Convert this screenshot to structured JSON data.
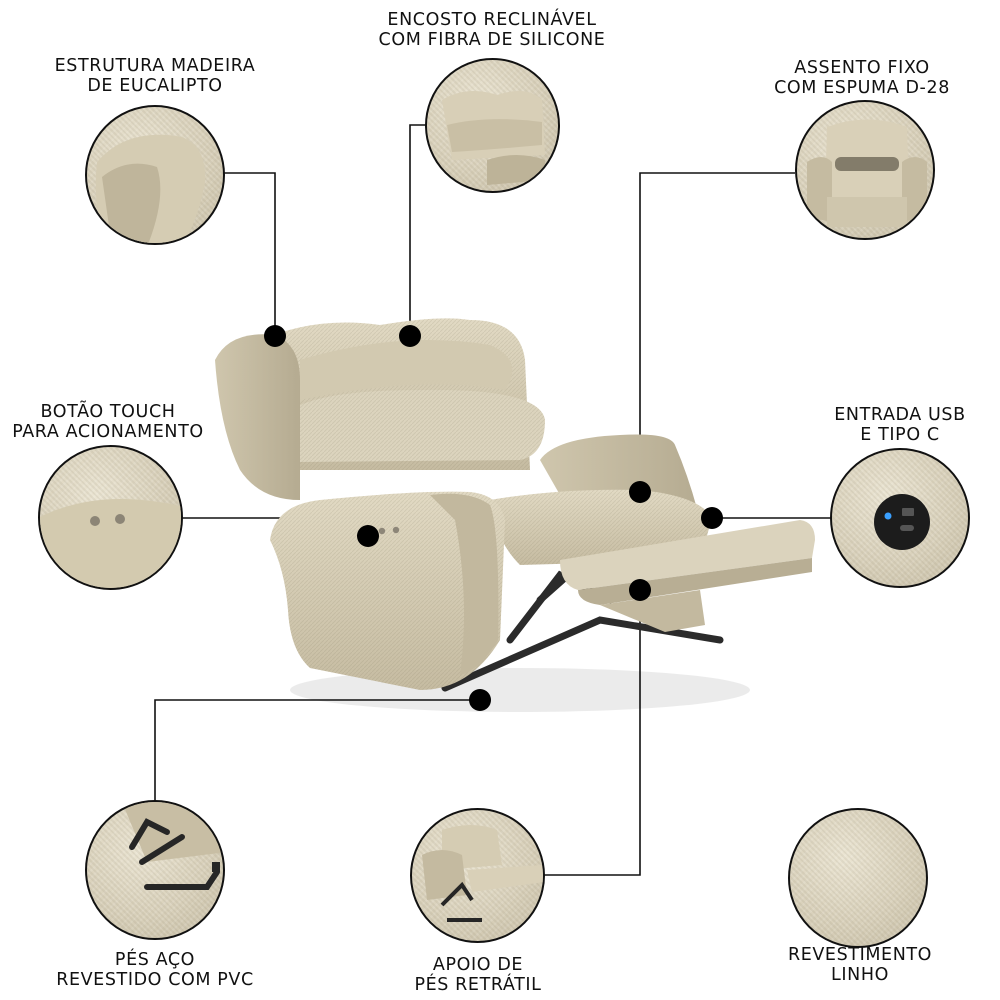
{
  "features": [
    {
      "id": "estrutura",
      "line1": "ESTRUTURA MADEIRA",
      "line2": "DE EUCALIPTO"
    },
    {
      "id": "encosto",
      "line1": "ENCOSTO RECLINÁVEL",
      "line2": "COM FIBRA DE SILICONE"
    },
    {
      "id": "assento",
      "line1": "ASSENTO FIXO",
      "line2": "COM ESPUMA D-28"
    },
    {
      "id": "botao",
      "line1": "BOTÃO TOUCH",
      "line2": "PARA ACIONAMENTO"
    },
    {
      "id": "usb",
      "line1": "ENTRADA USB",
      "line2": "E TIPO C"
    },
    {
      "id": "pes",
      "line1": "PÉS AÇO",
      "line2": "REVESTIDO COM PVC"
    },
    {
      "id": "apoio",
      "line1": "APOIO DE",
      "line2": "PÉS RETRÁTIL"
    },
    {
      "id": "revestimento",
      "line1": "REVESTIMENTO",
      "line2": "LINHO"
    }
  ],
  "colors": {
    "fabric": "#d6cdb4",
    "fabric_shadow": "#b3a98e",
    "fabric_light": "#e6dfcb",
    "metal": "#2a2a2a",
    "line": "#111111"
  },
  "icons": {
    "marker": "dot-marker-icon",
    "usb": "usb-port-icon"
  }
}
